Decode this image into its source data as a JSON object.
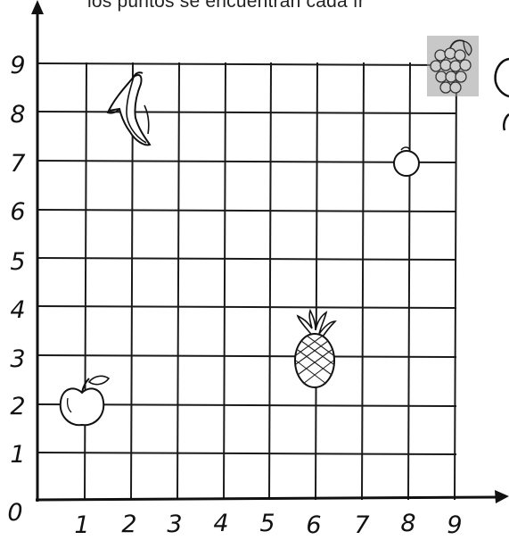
{
  "header": {
    "text": "los puntos se encuentran cada fr"
  },
  "grid": {
    "x_labels": [
      "1",
      "2",
      "3",
      "4",
      "5",
      "6",
      "7",
      "8",
      "9"
    ],
    "y_labels": [
      "1",
      "2",
      "3",
      "4",
      "5",
      "6",
      "7",
      "8",
      "9"
    ],
    "origin_label": "0",
    "line_color": "#1a1a1a"
  },
  "fruits": [
    {
      "icon": "banana-icon",
      "x": 2,
      "y": 8.5
    },
    {
      "icon": "orange-icon",
      "x": 8,
      "y": 7
    },
    {
      "icon": "grapes-icon",
      "x": 9,
      "y": 9
    },
    {
      "icon": "pineapple-icon",
      "x": 6,
      "y": 3
    },
    {
      "icon": "apple-icon",
      "x": 1,
      "y": 2
    }
  ]
}
